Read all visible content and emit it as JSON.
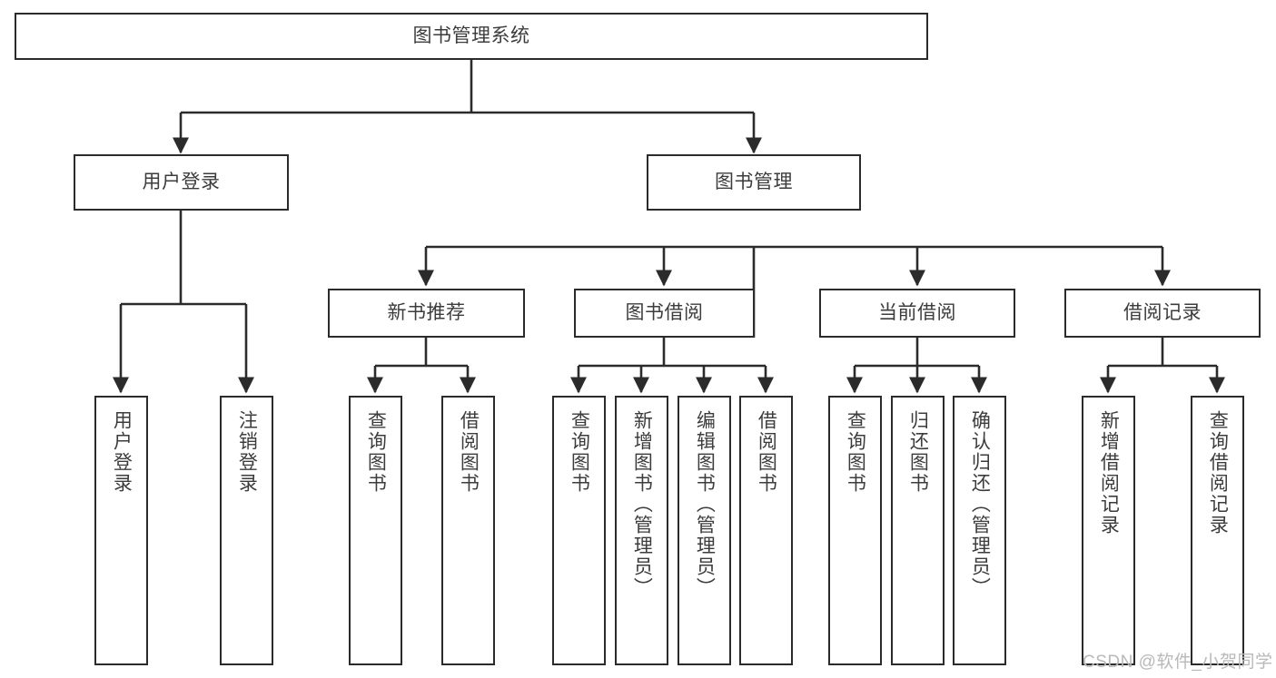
{
  "diagram": {
    "type": "tree",
    "title": "图书管理系统",
    "orientation": "top-down",
    "colors": {
      "stroke": "#2b2b2b",
      "node_fill": "#ffffff",
      "text": "#3c3c3c",
      "background": "#ffffff",
      "watermark": "#b9b9b9"
    },
    "root": {
      "label": "图书管理系统"
    },
    "level2": [
      {
        "label": "用户登录"
      },
      {
        "label": "图书管理"
      }
    ],
    "level3": [
      {
        "label": "新书推荐"
      },
      {
        "label": "图书借阅"
      },
      {
        "label": "当前借阅"
      },
      {
        "label": "借阅记录"
      }
    ],
    "leaves": {
      "user_login": [
        {
          "label": "用户登录"
        },
        {
          "label": "注销登录"
        }
      ],
      "new_book_recommend": [
        {
          "label": "查询图书"
        },
        {
          "label": "借阅图书"
        }
      ],
      "book_borrow": [
        {
          "label": "查询图书"
        },
        {
          "label": "新增图书（管理员）"
        },
        {
          "label": "编辑图书（管理员）"
        },
        {
          "label": "借阅图书"
        }
      ],
      "current_borrow": [
        {
          "label": "查询图书"
        },
        {
          "label": "归还图书"
        },
        {
          "label": "确认归还（管理员）"
        }
      ],
      "borrow_record": [
        {
          "label": "新增借阅记录"
        },
        {
          "label": "查询借阅记录"
        }
      ]
    }
  },
  "watermark": {
    "text": "CSDN @软件_小贺同学"
  }
}
